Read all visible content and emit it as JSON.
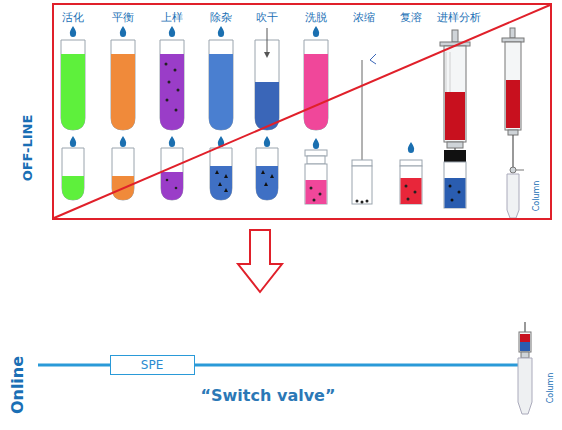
{
  "diagram": {
    "nodes": [
      {
        "text": [
          "SPE"
        ]
      }
    ],
    "labels": [
      "活化",
      "平衡",
      "上样",
      "除杂",
      "吹干",
      "洗脱",
      "浓缩",
      "复溶",
      "进样分析",
      "OFF-LINE",
      "Column",
      "Online",
      "“Switch valve”",
      "Column"
    ]
  }
}
